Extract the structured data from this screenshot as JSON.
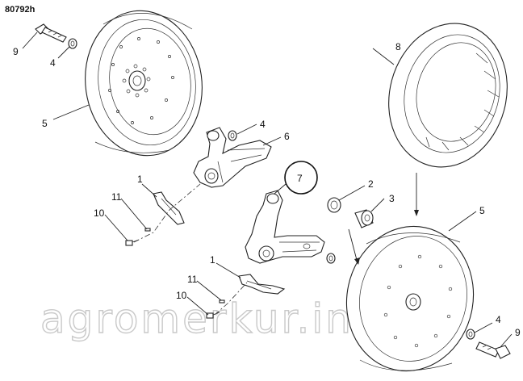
{
  "diagram": {
    "code": "80792h",
    "watermark": "agromerkur.in.ua",
    "callouts": {
      "c9_top": "9",
      "c4_top": "4",
      "c5_left": "5",
      "c4_mid": "4",
      "c6": "6",
      "c7": "7",
      "c1_top": "1",
      "c11_top": "11",
      "c10_top": "10",
      "c8": "8",
      "c2": "2",
      "c3": "3",
      "c5_right": "5",
      "c1_bot": "1",
      "c11_bot": "11",
      "c10_bot": "10",
      "c4_bot": "4",
      "c9_bot": "9"
    }
  }
}
